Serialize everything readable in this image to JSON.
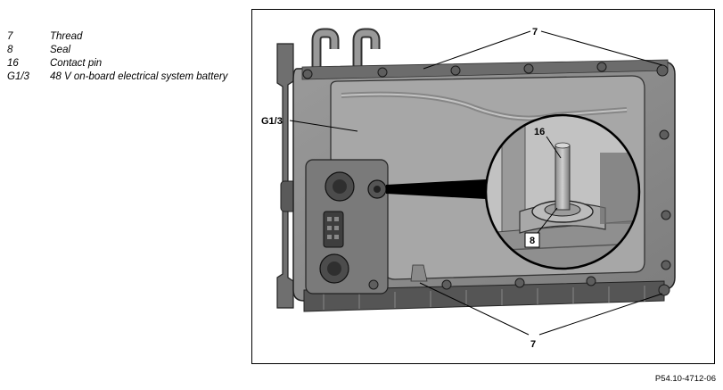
{
  "legend": [
    {
      "key": "7",
      "text": "Thread"
    },
    {
      "key": "8",
      "text": "Seal"
    },
    {
      "key": "16",
      "text": "Contact pin"
    },
    {
      "key": "G1/3",
      "text": "48 V on-board electrical system battery"
    }
  ],
  "callouts": {
    "thread_top": "7",
    "thread_bottom": "7",
    "battery": "G1/3",
    "contact_pin": "16",
    "seal": "8"
  },
  "figure_id": "P54.10-4712-06"
}
